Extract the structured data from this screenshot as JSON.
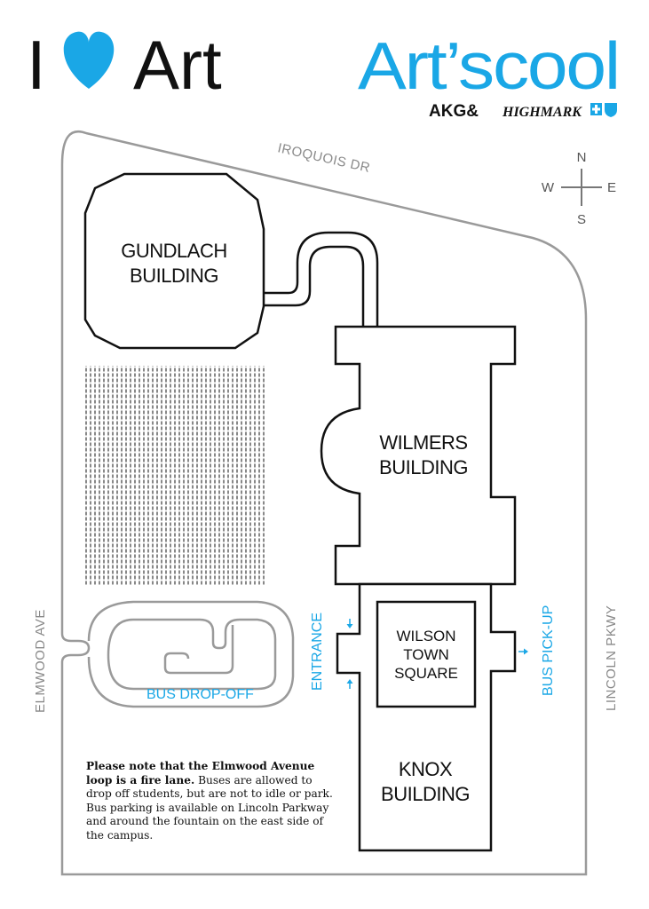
{
  "header": {
    "i_letter": "I",
    "art_word": "Art",
    "artscool": "Art’scool",
    "akg": "AKG&",
    "highmark": "HIGHMARK"
  },
  "colors": {
    "brand_blue": "#1aa7e6",
    "road_gray": "#9a9a9a",
    "building_stroke": "#111111"
  },
  "streets": {
    "iroquois": "IROQUOIS DR",
    "elmwood": "ELMWOOD AVE",
    "lincoln": "LINCOLN PKWY"
  },
  "compass": {
    "n": "N",
    "s": "S",
    "e": "E",
    "w": "W"
  },
  "buildings": {
    "gundlach": [
      "GUNDLACH",
      "BUILDING"
    ],
    "wilmers": [
      "WILMERS",
      "BUILDING"
    ],
    "wilson": [
      "WILSON",
      "TOWN",
      "SQUARE"
    ],
    "knox": [
      "KNOX",
      "BUILDING"
    ]
  },
  "labels": {
    "entrance": "ENTRANCE",
    "bus_pickup": "BUS PICK-UP",
    "bus_dropoff": "BUS DROP-OFF"
  },
  "note": {
    "bold": "Please note that the Elmwood Avenue loop is a fire lane.",
    "rest": " Buses are allowed to drop off students, but are not to idle or park. Bus parking is available on Lincoln Parkway and around the fountain on the east side of the campus."
  },
  "icons": [
    "heart-icon",
    "compass-icon",
    "blue-cross-shield-icon",
    "arrow-icon"
  ]
}
